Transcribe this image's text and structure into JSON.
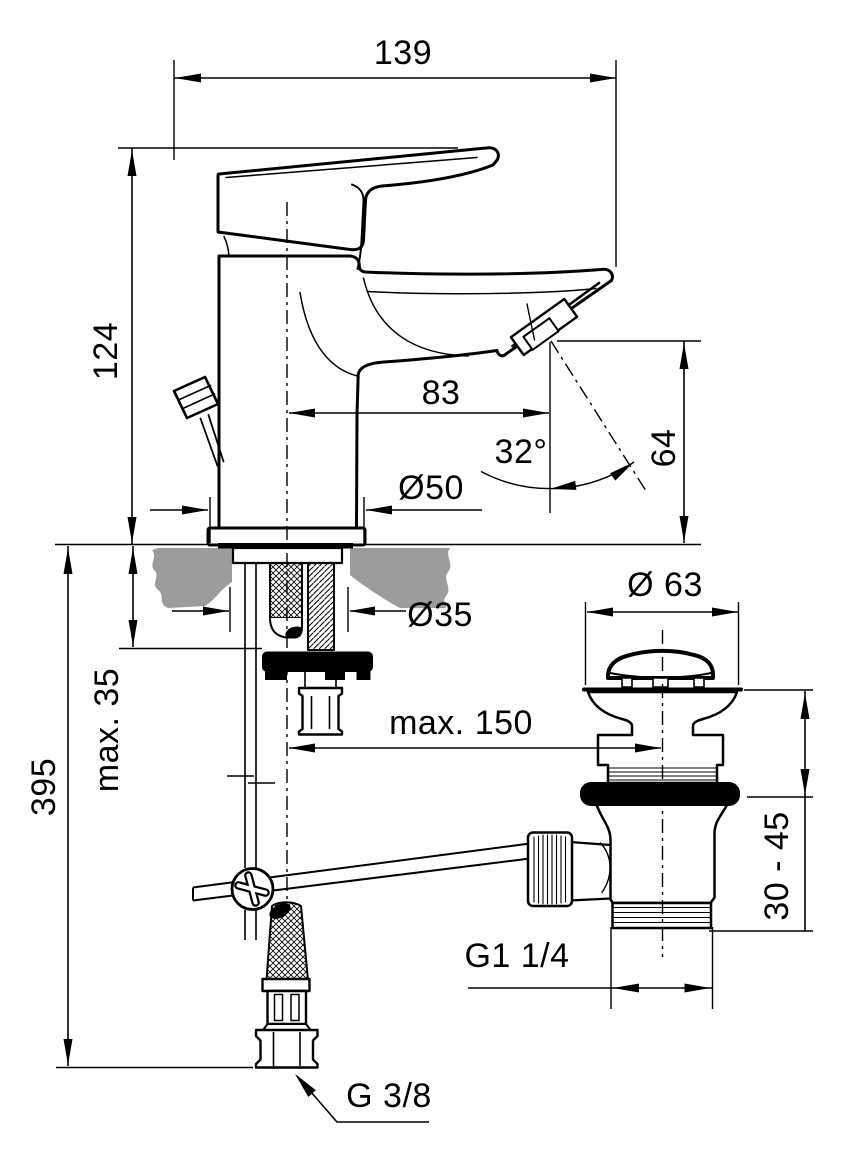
{
  "dims": {
    "overall_width": "139",
    "body_height": "124",
    "spout_reach": "83",
    "spout_angle": "32°",
    "base_diameter": "Ø50",
    "outlet_height": "64",
    "hole_diameter": "Ø35",
    "max_deck_thickness": "max. 35",
    "supply_length": "395",
    "max_waste_distance": "max. 150",
    "waste_cap_diameter": "Ø 63",
    "waste_clamp_range": "30 - 45",
    "waste_thread": "G1 1/4",
    "supply_thread": "G 3/8"
  },
  "colors": {
    "line": "#000000",
    "countertop": "#9c9c9c",
    "background": "#ffffff"
  }
}
